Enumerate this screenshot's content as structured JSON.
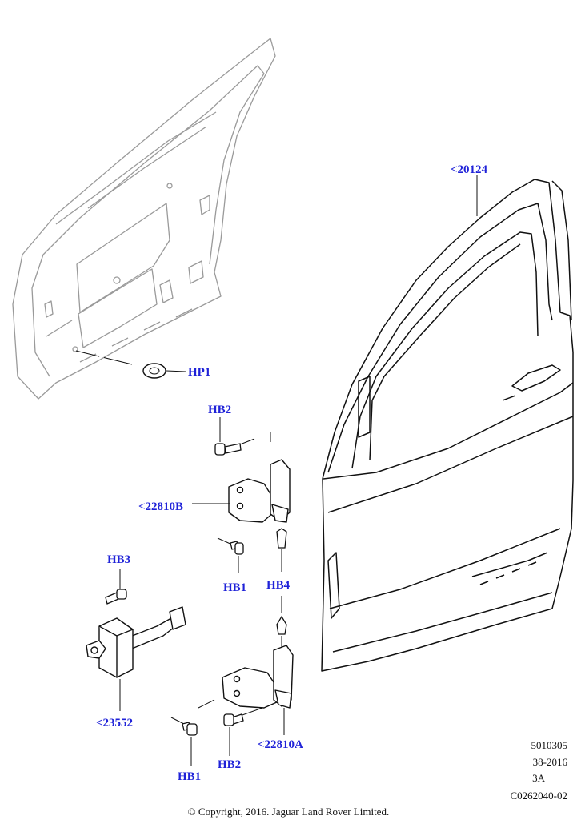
{
  "callouts": {
    "door_shell": "<20124",
    "hole_plug": "HP1",
    "bolt_hb2_top": "HB2",
    "upper_hinge": "<22810B",
    "bolt_hb3": "HB3",
    "bolt_hb1_upper": "HB1",
    "bolt_hb4": "HB4",
    "door_check": "<23552",
    "lower_hinge": "<22810A",
    "bolt_hb2_bottom": "HB2",
    "bolt_hb1_lower": "HB1"
  },
  "reference": {
    "line1": "5010305",
    "line2": "38-2016",
    "line3": "3A",
    "line4": "C0262040-02"
  },
  "copyright": "© Copyright, 2016. Jaguar Land Rover Limited.",
  "colors": {
    "callout": "#1f22d8",
    "part_outline": "#111111",
    "ghost_outline": "#9a9a9a"
  }
}
